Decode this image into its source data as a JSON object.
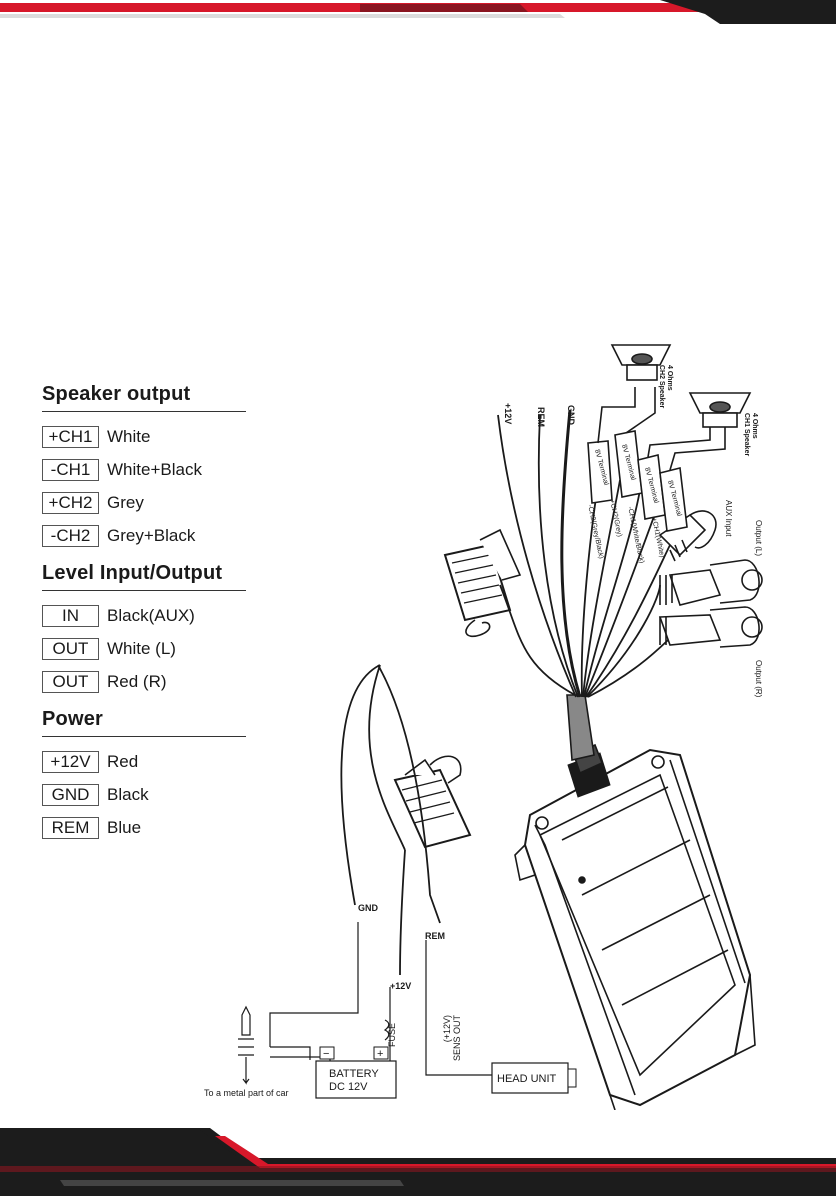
{
  "sections": [
    {
      "title": "Speaker output",
      "rows": [
        {
          "tag": "+CH1",
          "desc": "White"
        },
        {
          "tag": "-CH1",
          "desc": "White+Black"
        },
        {
          "tag": "+CH2",
          "desc": "Grey"
        },
        {
          "tag": "-CH2",
          "desc": "Grey+Black"
        }
      ]
    },
    {
      "title": "Level Input/Output",
      "rows": [
        {
          "tag": "IN",
          "desc": "Black(AUX)"
        },
        {
          "tag": "OUT",
          "desc": "White (L)"
        },
        {
          "tag": "OUT",
          "desc": "Red (R)"
        }
      ]
    },
    {
      "title": "Power",
      "rows": [
        {
          "tag": "+12V",
          "desc": "Red"
        },
        {
          "tag": "GND",
          "desc": "Black"
        },
        {
          "tag": "REM",
          "desc": "Blue"
        }
      ]
    }
  ],
  "diagram": {
    "speaker_ch2": [
      "4 Ohms",
      "CH2 Speaker"
    ],
    "speaker_ch1": [
      "4 Ohms",
      "CH1 Speaker"
    ],
    "wire_labels": [
      "+12V",
      "REM",
      "GND"
    ],
    "connector_labels": [
      "8V Terminal",
      "8V Terminal",
      "8V Terminal",
      "8V Terminal"
    ],
    "harness_labels": [
      "-CH2(Grey/Black)",
      "+CH2(Grey)",
      "-CH1(White/Black)",
      "+CH1(White)"
    ],
    "aux_input": "AUX Input",
    "output_l": "Output (L)",
    "output_r": "Output (R)",
    "gnd": "GND",
    "rem": "REM",
    "plus12v": "+12V",
    "fuse": "FUSE",
    "battery": [
      "BATTERY",
      "DC 12V"
    ],
    "sens_out": [
      "(+12V)",
      "SENS OUT"
    ],
    "head_unit": "HEAD UNIT",
    "ground_note": "To a metal part of car",
    "minus": "−",
    "plus": "+"
  },
  "colors": {
    "accent": "#d7182a",
    "dark": "#1c1c1c"
  }
}
